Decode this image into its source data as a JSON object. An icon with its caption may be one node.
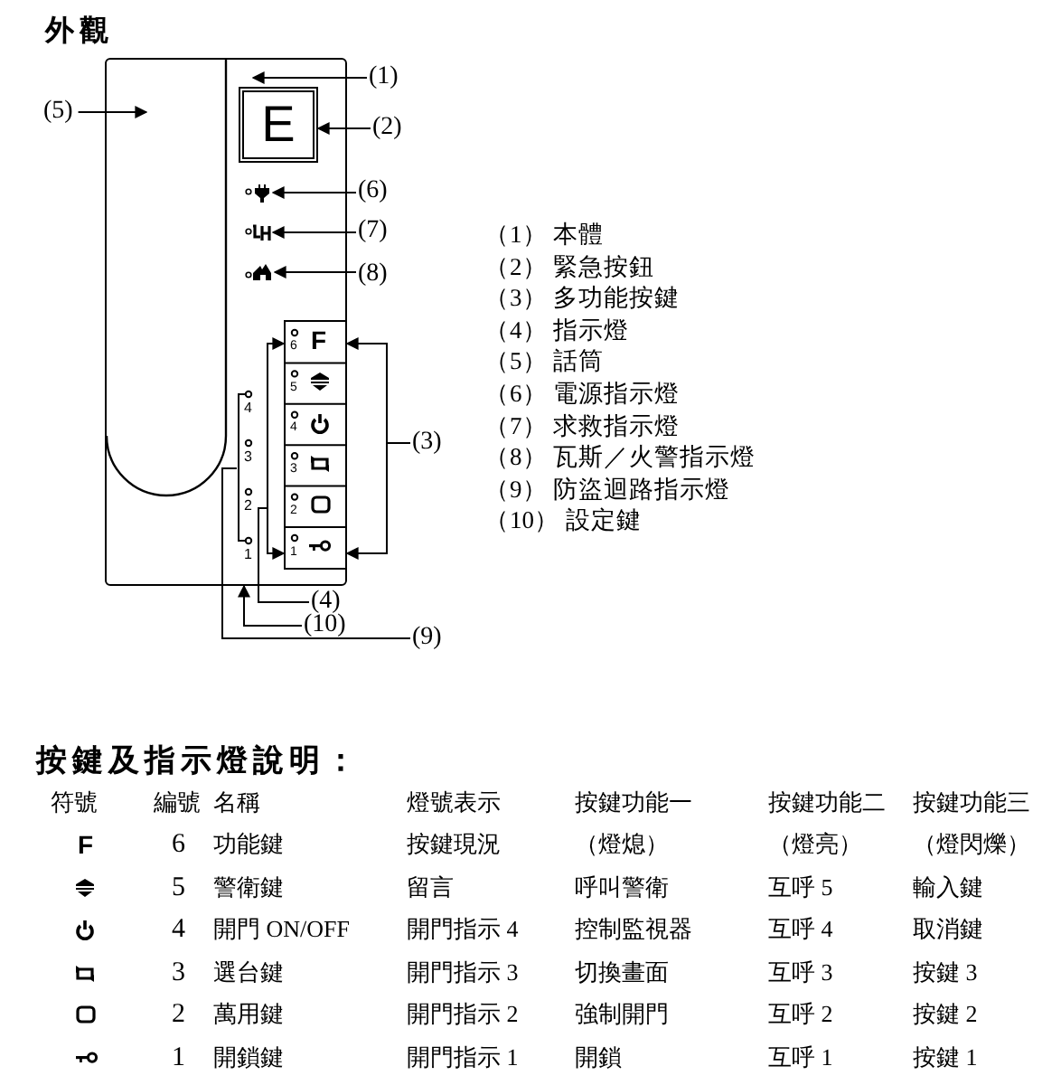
{
  "diagram": {
    "title": "外觀",
    "nodes": [
      {
        "text": [],
        "shape": "box"
      },
      {
        "text": [],
        "shape": "box",
        "in": 0
      },
      {
        "text": [
          "E"
        ],
        "in": 0
      },
      {
        "text": [],
        "shape": "picture",
        "in": 0
      },
      {
        "text": [],
        "shape": "picture",
        "in": 0
      },
      {
        "text": [],
        "shape": "picture",
        "in": 0
      },
      {
        "text": [],
        "shape": "box",
        "in": 0
      },
      {
        "text": [],
        "shape": "bar",
        "in": 0
      },
      {
        "text": [
          "(1)"
        ]
      },
      {
        "text": [
          "(2)"
        ]
      },
      {
        "text": [
          "(5)"
        ]
      },
      {
        "text": [
          "(6)"
        ]
      },
      {
        "text": [
          "(7)"
        ]
      },
      {
        "text": [
          "(8)"
        ]
      },
      {
        "text": [
          "(3)"
        ]
      },
      {
        "text": [
          "(4)"
        ]
      },
      {
        "text": [
          "(10)"
        ]
      },
      {
        "text": [
          "(9)"
        ]
      }
    ],
    "edges": [
      {
        "from": 8,
        "to": 0,
        "arrow": "to"
      },
      {
        "from": 9,
        "to": 2,
        "arrow": "to"
      },
      {
        "from": 10,
        "to": 1,
        "arrow": "to"
      },
      {
        "from": 11,
        "to": 3,
        "arrow": "to"
      },
      {
        "from": 12,
        "to": 4,
        "arrow": "to"
      },
      {
        "from": 13,
        "to": 5,
        "arrow": "to"
      },
      {
        "from": 14,
        "to": 6,
        "arrow": "to"
      },
      {
        "from": 14,
        "to": 6,
        "arrow": "to"
      },
      {
        "from": 15,
        "to": 6,
        "arrow": "to"
      },
      {
        "from": 15,
        "to": 6,
        "arrow": "to"
      },
      {
        "from": 16,
        "to": 0,
        "arrow": "to"
      },
      {
        "from": 17,
        "to": 7,
        "arrow": "none"
      }
    ],
    "labels": [
      "6",
      "5",
      "4",
      "3",
      "2",
      "1",
      "4",
      "3",
      "2",
      "1",
      "F",
      "（1） 本體",
      "（2） 緊急按鈕",
      "（3） 多功能按鍵",
      "（4） 指示燈",
      "（5） 話筒",
      "（6） 電源指示燈",
      "（7） 求救指示燈",
      "（8） 瓦斯／火警指示燈",
      "（9） 防盜迴路指示燈",
      "（10） 設定鍵",
      "按鍵及指示燈說明：",
      "符號",
      "編號",
      "名稱",
      "燈號表示",
      "按鍵功能一",
      "按鍵功能二",
      "按鍵功能三",
      "F",
      "6",
      "功能鍵",
      "按鍵現況",
      "（燈熄）",
      "（燈亮）",
      "（燈閃爍）",
      "5",
      "警衛鍵",
      "留言",
      "呼叫警衛",
      "互呼 5",
      "輸入鍵",
      "4",
      "開門 ON/OFF",
      "開門指示 4",
      "控制監視器",
      "互呼 4",
      "取消鍵",
      "3",
      "選台鍵",
      "開門指示 3",
      "切換畫面",
      "互呼 3",
      "按鍵 3",
      "2",
      "萬用鍵",
      "開門指示 2",
      "強制開門",
      "互呼 2",
      "按鍵 2",
      "1",
      "開鎖鍵",
      "開門指示 1",
      "開鎖",
      "互呼 1",
      "按鍵 1"
    ]
  }
}
